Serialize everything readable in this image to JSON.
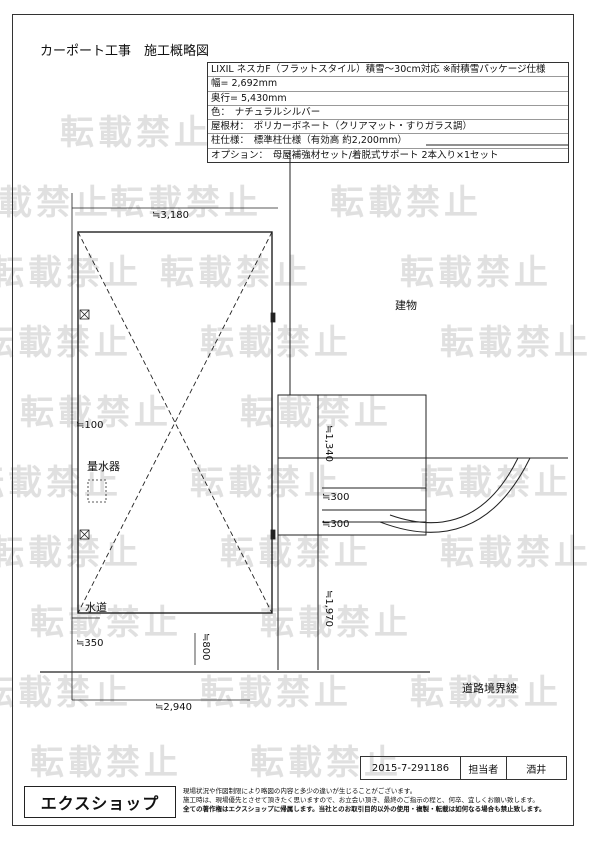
{
  "title": "カーポート工事　施工概略図",
  "spec": {
    "product": "LIXIL ネスカF（フラットスタイル）積雪～30cm対応 ※耐積雪パッケージ仕様",
    "width": "幅= 2,692mm",
    "depth": "奥行= 5,430mm",
    "color": "色：　ナチュラルシルバー",
    "roof": "屋根材：　ポリカーボネート（クリアマット・すりガラス調）",
    "column": "柱仕様：　標準柱仕様（有効高 約2,200mm）",
    "option": "オプション：　母屋補強材セット/着脱式サポート 2本入り×1セット"
  },
  "dims": {
    "top_width": "≒3,180",
    "bottom_width": "≒2,940",
    "left_100": "≒100",
    "left_350": "≒350",
    "bottom_800": "≒800",
    "h_1340": "≒1,340",
    "h_300_a": "≒300",
    "h_300_b": "≒300",
    "h_1970": "≒1,970"
  },
  "labels": {
    "building": "建物",
    "meter": "量水器",
    "water": "水道",
    "road": "道路境界線"
  },
  "watermark": "転載禁止",
  "footer": {
    "code": "2015-7-291186",
    "role": "担当者",
    "person": "酒井",
    "logo": "エクスショップ",
    "notice_1": "現場状況や作図制限により略図の内容と多少の違いが生じることがございます。",
    "notice_2": "施工時は、現場優先とさせて頂きたく思いますので、お立会い頂き、最終のご指示の程と、何卒、宜しくお願い致します。",
    "notice_3": "全ての著作権はエクスショップに帰属します。当社とのお取引目的以外の使用・複製・転載は如何なる場合も禁止致します。"
  }
}
